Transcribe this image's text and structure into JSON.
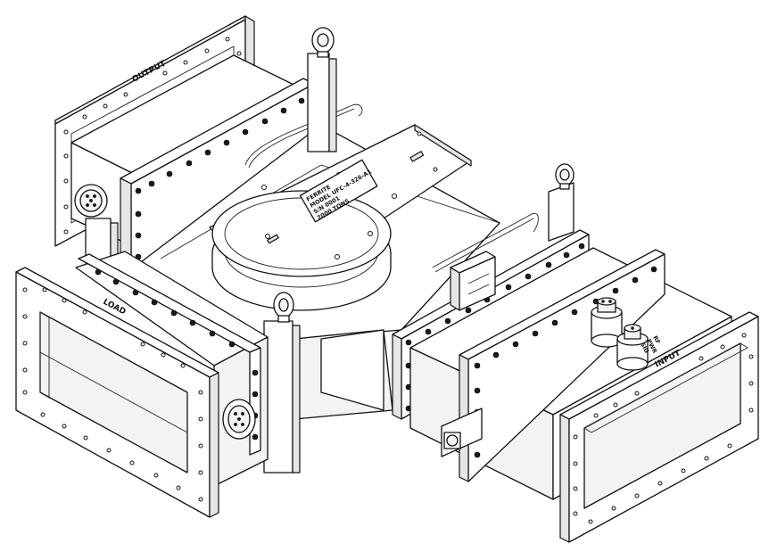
{
  "labels": {
    "output": "OUTPUT",
    "load": "LOAD",
    "input": "INPUT"
  },
  "nameplate": {
    "line1": "FERRITE",
    "line2": "MODEL UFC-4-326-A1",
    "line3": "S/N 0001",
    "line4": "2000 TONS"
  },
  "connector": {
    "line1": "RF",
    "line2": "PWR",
    "line3": "SIG"
  },
  "colors": {
    "ink": "#111111",
    "paper": "#ffffff",
    "shade": "#e6e6e6"
  }
}
